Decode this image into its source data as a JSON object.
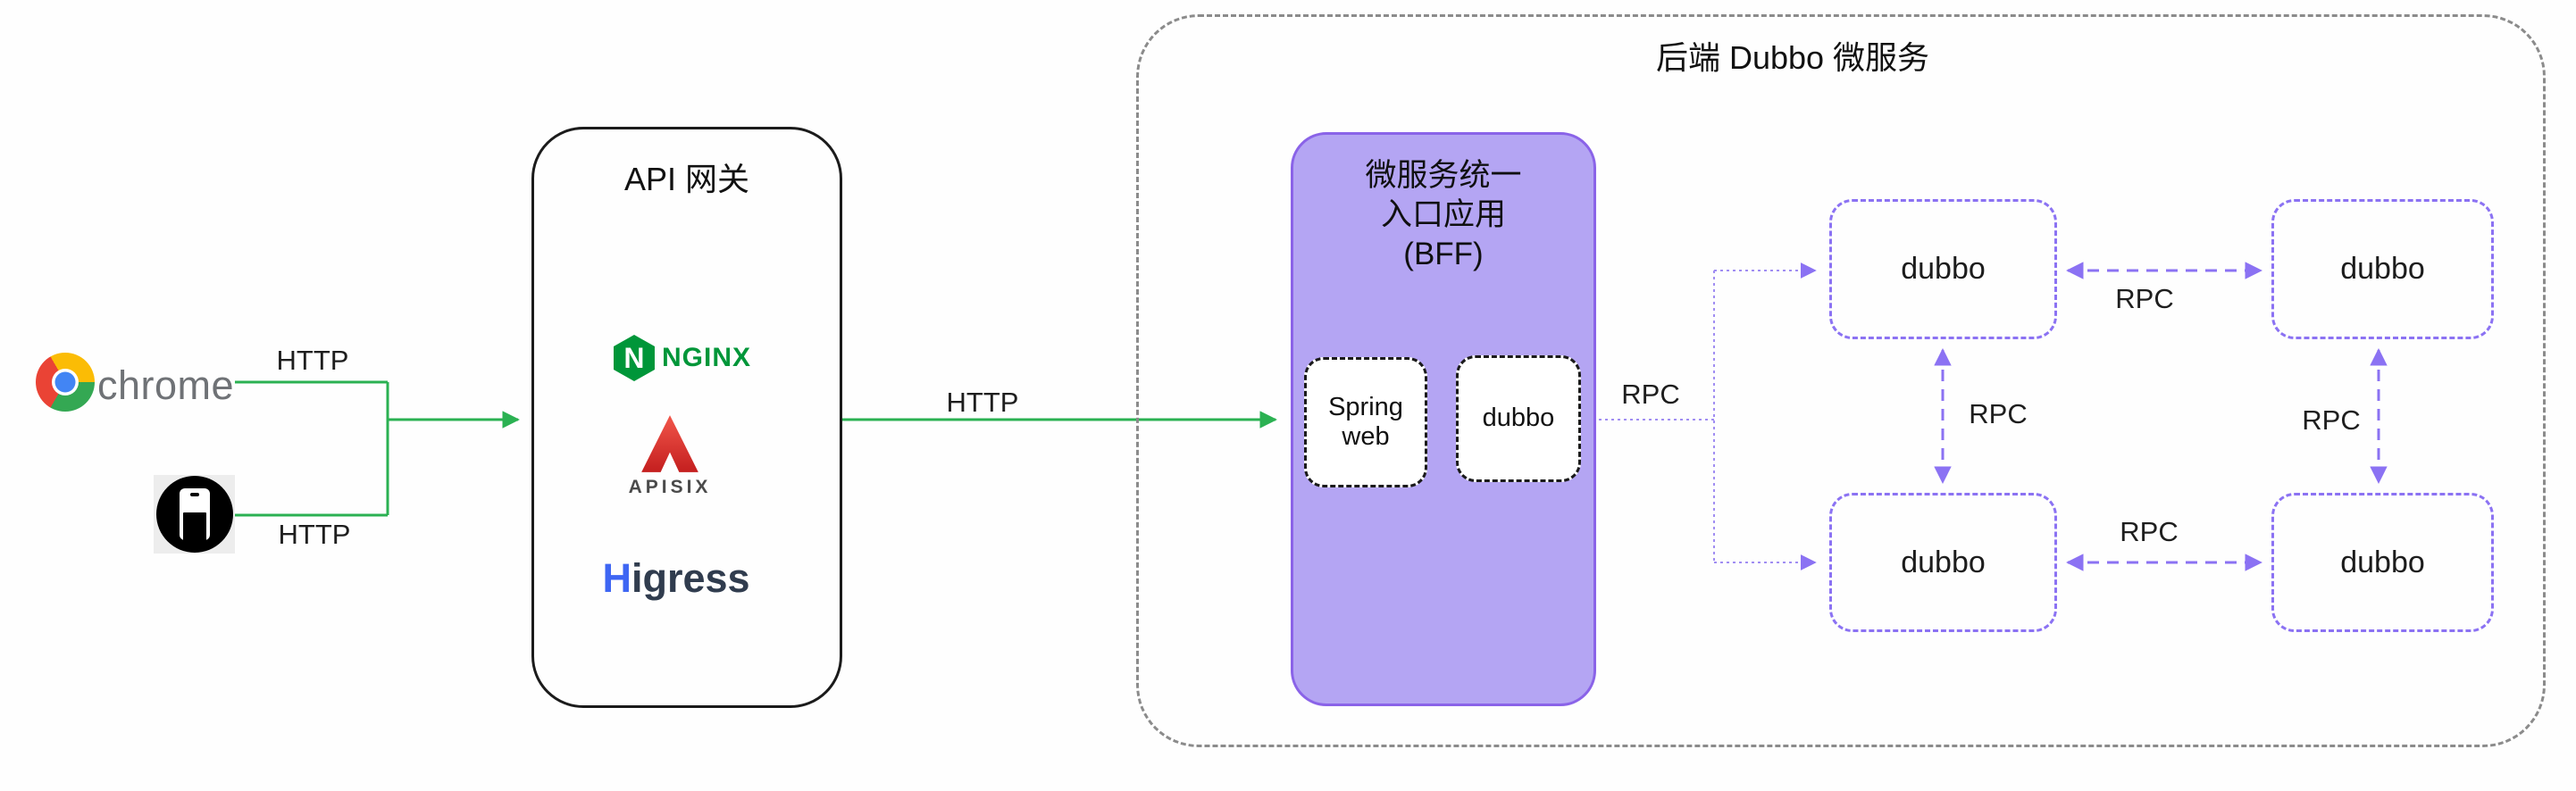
{
  "clients": {
    "chrome_label": "chrome",
    "http_top": "HTTP",
    "http_bottom": "HTTP"
  },
  "gateway": {
    "title": "API 网关",
    "nginx_n": "N",
    "nginx_word": "NGINX",
    "apisix_word": "APISIX",
    "higress_h": "H",
    "higress_rest": "igress"
  },
  "http_mid": "HTTP",
  "backend": {
    "title": "后端 Dubbo 微服务",
    "bff": {
      "title_line1": "微服务统一",
      "title_line2": "入口应用",
      "title_line3": "(BFF)",
      "spring_web": "Spring\nweb",
      "dubbo": "dubbo"
    },
    "rpc": {
      "bff": "RPC",
      "top": "RPC",
      "bottom": "RPC",
      "left": "RPC",
      "right": "RPC"
    },
    "services": {
      "top_left": "dubbo",
      "top_right": "dubbo",
      "bottom_left": "dubbo",
      "bottom_right": "dubbo"
    }
  },
  "colors": {
    "http_green": "#2bb152",
    "rpc_purple": "#8b72f3",
    "rpc_dotted_purple": "#a08df2",
    "bff_fill": "#b4a5f3",
    "bff_border": "#8a63e8",
    "container_dash_gray": "#8b8b8b",
    "nginx_green": "#009639",
    "apisix_red": "#e0402f",
    "higress_blue": "#3e66f3",
    "chrome_red": "#ea4335",
    "chrome_yellow": "#fbbc05",
    "chrome_green": "#34a853",
    "chrome_blue": "#4285f4",
    "label_dark": "#1e1e1e"
  }
}
